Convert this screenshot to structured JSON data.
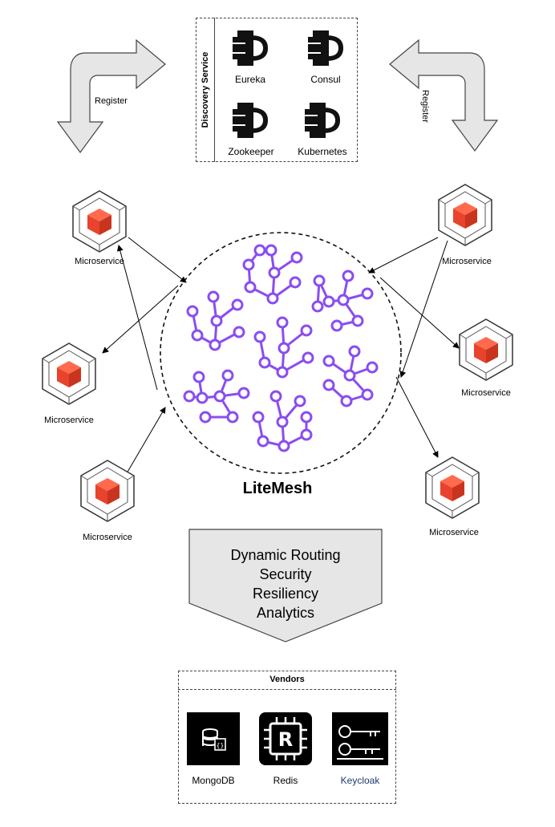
{
  "discovery": {
    "title": "Discovery Service",
    "services": [
      "Eureka",
      "Consul",
      "Zookeeper",
      "Kubernetes"
    ]
  },
  "register_left": "Register",
  "register_right": "Register",
  "microservice_label": "Microservice",
  "mesh": {
    "title": "LiteMesh"
  },
  "features": [
    "Dynamic Routing",
    "Security",
    "Resiliency",
    "Analytics"
  ],
  "vendors": {
    "title": "Vendors",
    "items": [
      {
        "name": "MongoDB",
        "icon": "mongodb-icon"
      },
      {
        "name": "Redis",
        "icon": "redis-icon"
      },
      {
        "name": "Keycloak",
        "icon": "keycloak-icon"
      }
    ]
  },
  "colors": {
    "mesh_purple": "#8a4df0",
    "cube_red": "#e8432d",
    "arrow_fill": "#e6e6e6"
  }
}
